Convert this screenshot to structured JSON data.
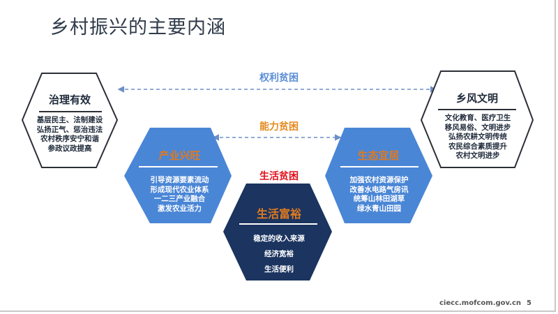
{
  "slide": {
    "title": "乡村振兴的主要内涵",
    "footer": {
      "site": "ciecc.mofcom.gov.cn",
      "page_number": "5"
    }
  },
  "connectors": {
    "rights_poverty": {
      "label": "权利贫困",
      "color": "#5b8dd6",
      "style": "dashed-double-arrow"
    },
    "ability_poverty": {
      "label": "能力贫困",
      "color": "#e58a1f",
      "style": "dashed-double-arrow"
    },
    "living_poverty": {
      "label": "生活贫困",
      "color": "#e0101a"
    }
  },
  "hexagons": {
    "governance": {
      "title": "治理有效",
      "lines": [
        "基层民主、法制建设",
        "弘扬正气、惩治违法",
        "农村秩序安宁和谐",
        "参政议政提高"
      ],
      "fill": "#ffffff",
      "stroke": "#2b2f36"
    },
    "civility": {
      "title": "乡风文明",
      "lines": [
        "文化教育、医疗卫生",
        "移风易俗、文明进步",
        "弘扬农耕文明传统",
        "农民综合素质提升",
        "农村文明进步"
      ],
      "fill": "#ffffff",
      "stroke": "#2b2f36"
    },
    "industry": {
      "title": "产业兴旺",
      "lines": [
        "引导资源要素流动",
        "形成现代农业体系",
        "一二三产业融合",
        "激发农业活力"
      ],
      "fill": "#4a86d6",
      "title_color": "#e07a1f"
    },
    "ecology": {
      "title": "生态宜居",
      "lines": [
        "加强农村资源保护",
        "改善水电路气房讯",
        "统筹山林田湖草",
        "绿水青山田园"
      ],
      "fill": "#4a86d6",
      "title_color": "#e07a1f"
    },
    "prosperity": {
      "title": "生活富裕",
      "lines": [
        "稳定的收入来源",
        "经济宽裕",
        "生活便利"
      ],
      "fill": "#1b3460",
      "title_color": "#e07a1f"
    }
  }
}
